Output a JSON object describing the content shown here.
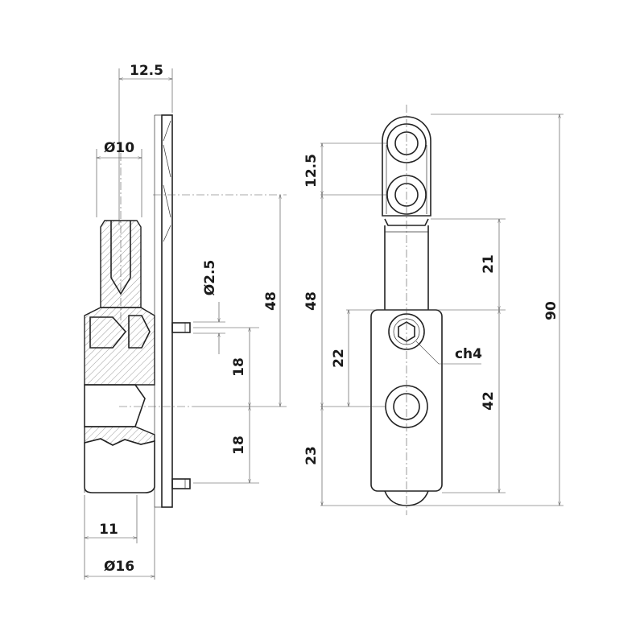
{
  "side_view": {
    "dims": {
      "plate_offset": "12.5",
      "pin_diameter": "Ø10",
      "hole_diameter": "Ø2.5",
      "height_48": "48",
      "spacing_upper": "18",
      "spacing_lower": "18",
      "length_11": "11",
      "body_diameter": "Ø16"
    }
  },
  "front_view": {
    "dims": {
      "roller_pitch": "12.5",
      "upper_48": "48",
      "lower_23": "23",
      "neck_21": "21",
      "inner_22": "22",
      "body_42": "42",
      "overall_90": "90",
      "socket_callout": "ch4"
    }
  }
}
